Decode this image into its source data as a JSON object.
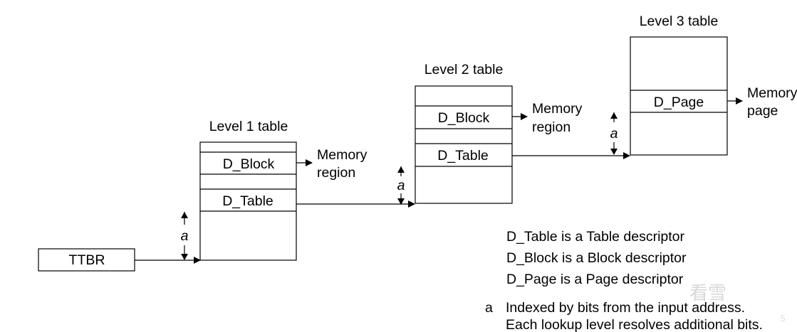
{
  "ttbr": {
    "label": "TTBR"
  },
  "level1": {
    "title": "Level 1 table",
    "block_label": "D_Block",
    "table_label": "D_Table",
    "memory_region_line1": "Memory",
    "memory_region_line2": "region"
  },
  "level2": {
    "title": "Level 2 table",
    "block_label": "D_Block",
    "table_label": "D_Table",
    "memory_region_line1": "Memory",
    "memory_region_line2": "region"
  },
  "level3": {
    "title": "Level 3 table",
    "page_label": "D_Page",
    "memory_page_line1": "Memory",
    "memory_page_line2": "page"
  },
  "index_marker": "a",
  "legend": {
    "table": "D_Table is a Table descriptor",
    "block": "D_Block is a Block descriptor",
    "page": "D_Page is a Page descriptor"
  },
  "note": {
    "marker": "a",
    "line1": "Indexed by bits from the input address.",
    "line2": "Each lookup level resolves additional bits."
  },
  "watermark": {
    "text": "看雪",
    "sub": "5"
  }
}
